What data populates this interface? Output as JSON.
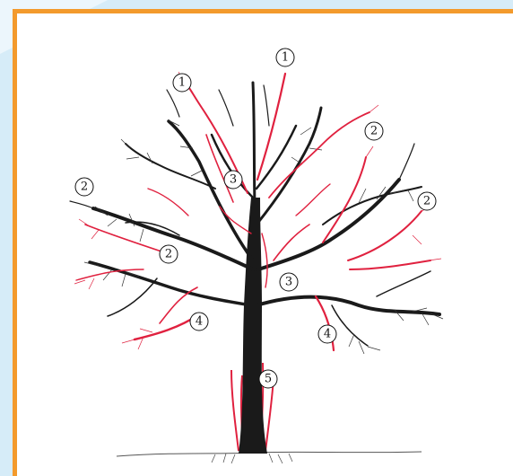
{
  "colors": {
    "frame": "#f39a2c",
    "background": "#d6ecf8",
    "prune": "#e0213f",
    "wood": "#1a1a1a"
  },
  "labels": {
    "l1a": "1",
    "l1b": "1",
    "l2a": "2",
    "l2b": "2",
    "l2c": "2",
    "l2d": "2",
    "l3a": "3",
    "l3b": "3",
    "l4a": "4",
    "l4b": "4",
    "l5": "5"
  }
}
